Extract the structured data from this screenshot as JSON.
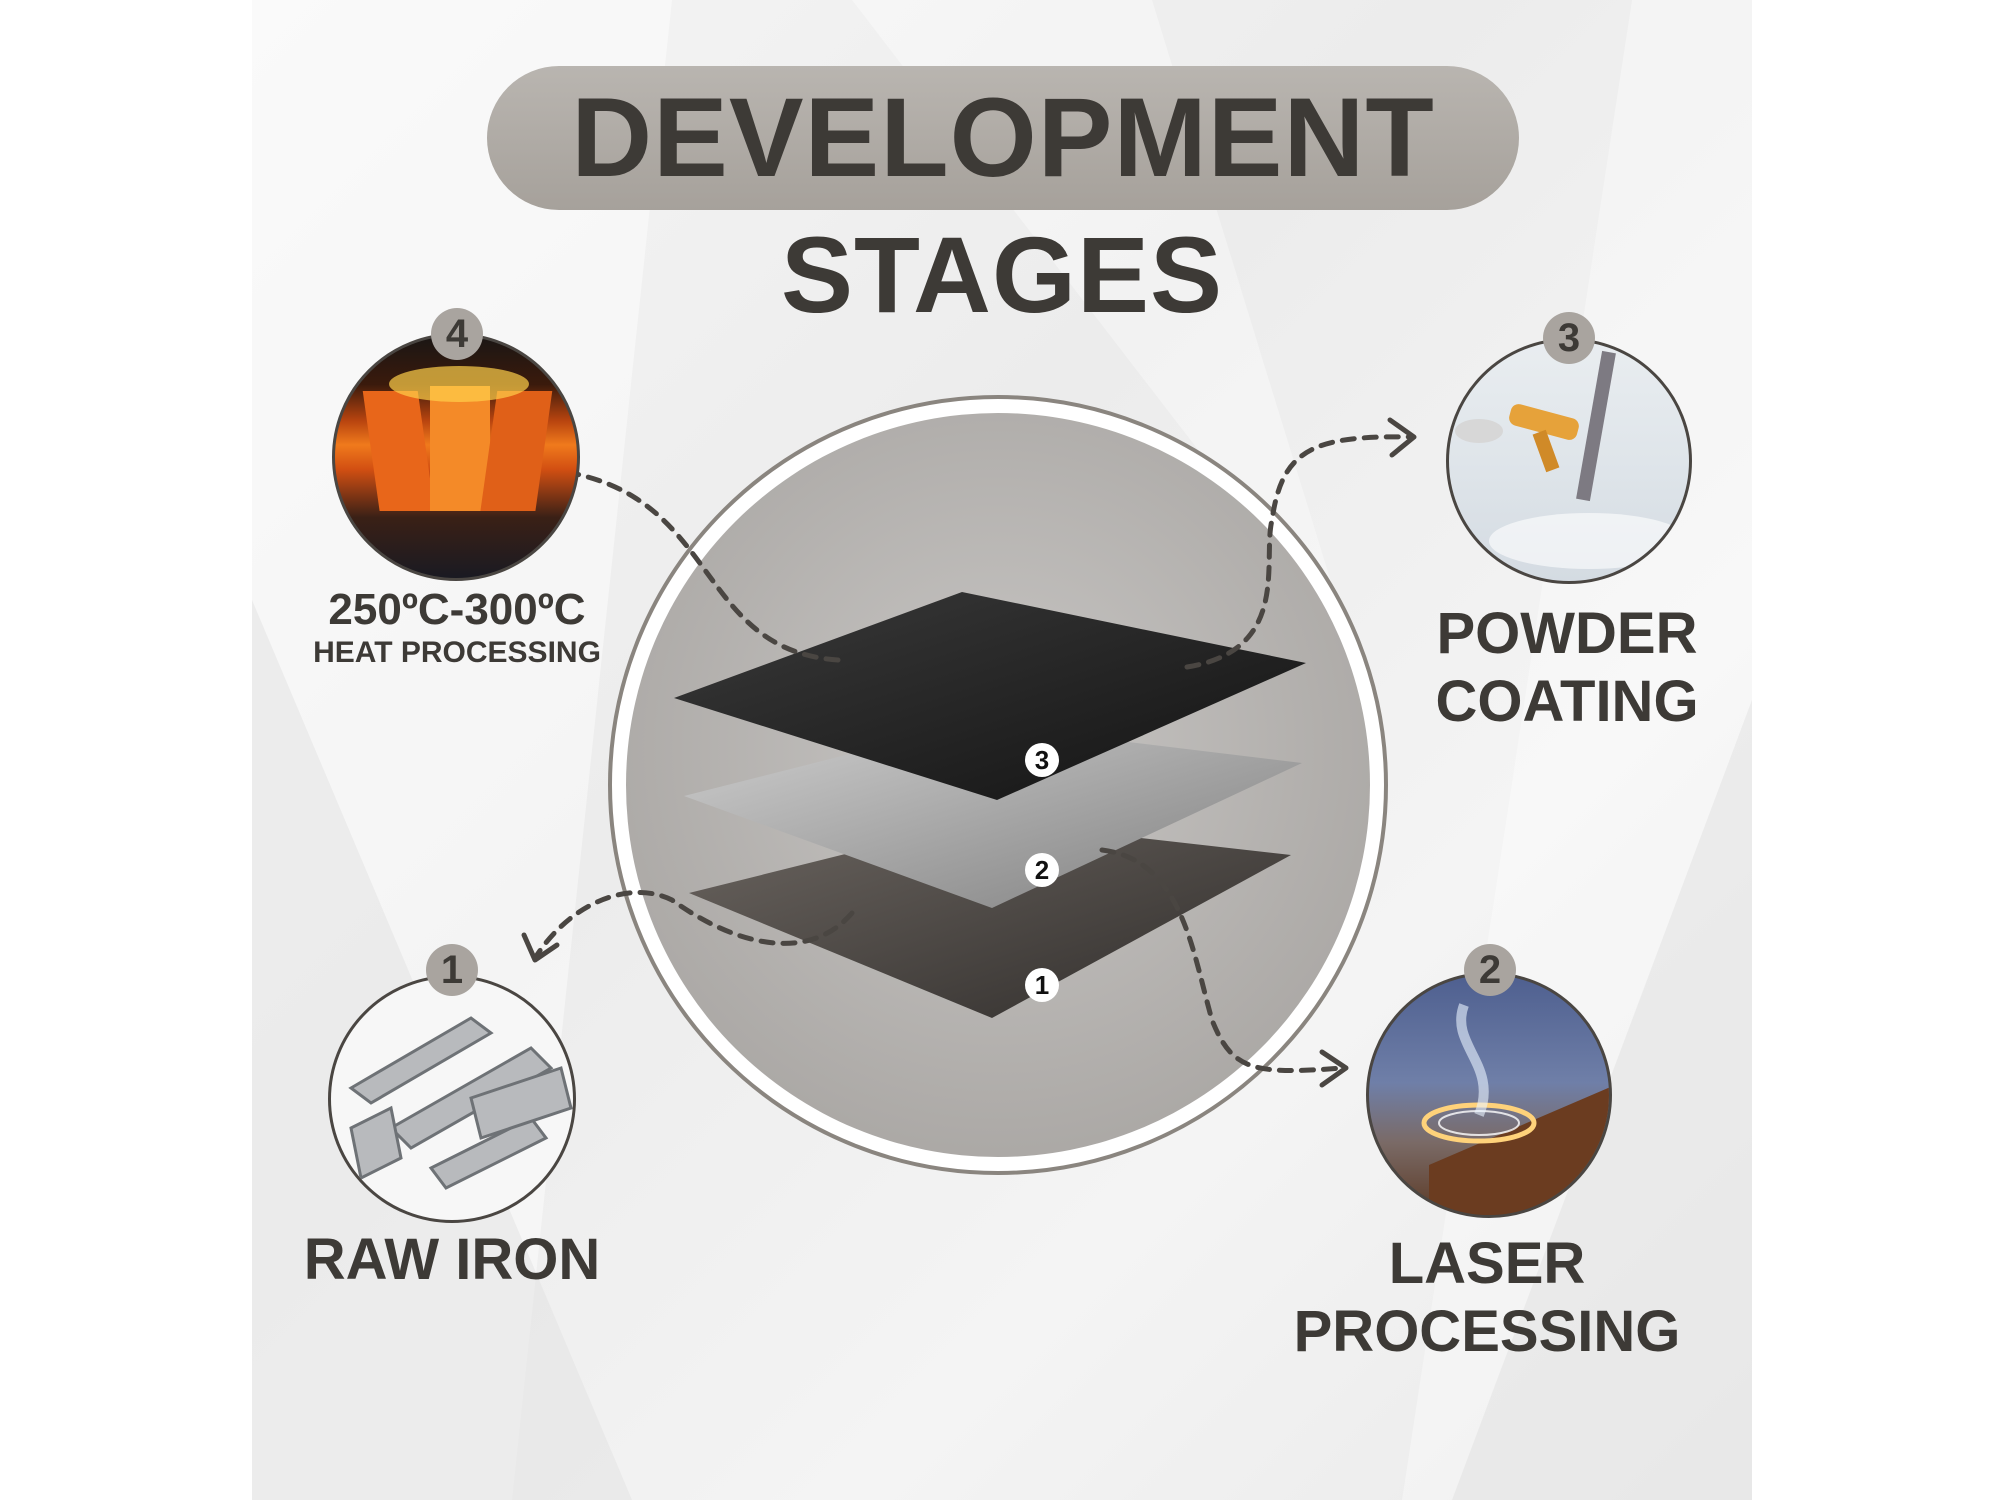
{
  "title": {
    "line1": "DEVELOPMENT",
    "line2": "STAGES"
  },
  "stages": [
    {
      "number": "4",
      "label_line1": "250ºC-300ºC",
      "label_line2": "HEAT PROCESSING"
    },
    {
      "number": "3",
      "label_line1": "POWDER",
      "label_line2": "COATING"
    },
    {
      "number": "1",
      "label_line1": "RAW IRON"
    },
    {
      "number": "2",
      "label_line1": "LASER",
      "label_line2": "PROCESSING"
    }
  ],
  "layers": [
    {
      "number": "3"
    },
    {
      "number": "2"
    },
    {
      "number": "1"
    }
  ],
  "colors": {
    "text": "#3d3a36",
    "pill": "#aaa59f",
    "badge": "#a9a49f",
    "arrow": "#4a4642"
  }
}
